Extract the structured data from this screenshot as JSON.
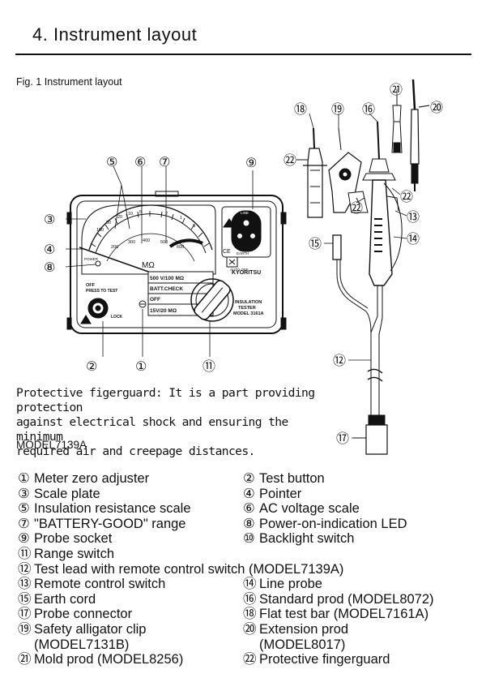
{
  "heading": "4.  Instrument layout",
  "figure_caption": "Fig. 1 Instrument layout",
  "figure": {
    "callouts": [
      "①",
      "②",
      "③",
      "④",
      "⑤",
      "⑥",
      "⑦",
      "⑧",
      "⑨",
      "⑫",
      "⑬",
      "⑭",
      "⑮",
      "⑯",
      "⑰",
      "⑱",
      "⑲",
      "⑳",
      "㉑",
      "㉒",
      "⑪"
    ],
    "meter": {
      "scale_unit": "MΩ",
      "power_label": "POWER",
      "brand": "KYORITSU",
      "product_line1": "INSULATION",
      "product_line2": "TESTER",
      "product_model": "MODEL 3161A",
      "range_labels": [
        "500 V/100 MΩ",
        "BATT.CHECK",
        "OFF",
        "15V/20 MΩ"
      ],
      "switch_line1": "OFF",
      "switch_line2": "PRESS TO TEST",
      "lock_label": "LOCK",
      "socket_top": "LINE",
      "socket_bottom": "EARTH",
      "auto_off": "AUTO OFF",
      "ce_mark": "CE",
      "scale_numbers": [
        "100",
        "50",
        "20",
        "10",
        "5",
        "2",
        "1",
        "0",
        "200",
        "300",
        "400",
        "500",
        "600"
      ]
    }
  },
  "note": {
    "lines": [
      "Protective figerguard: It is a part providing protection",
      "against electrical shock and ensuring the minimum",
      "required air and creepage distances."
    ],
    "model": "MODEL7139A"
  },
  "legend": [
    [
      {
        "num": "①",
        "text": "Meter zero adjuster"
      },
      {
        "num": "②",
        "text": "Test button"
      }
    ],
    [
      {
        "num": "③",
        "text": "Scale plate"
      },
      {
        "num": "④",
        "text": "Pointer"
      }
    ],
    [
      {
        "num": "⑤",
        "text": "Insulation resistance scale"
      },
      {
        "num": "⑥",
        "text": "AC voltage scale"
      }
    ],
    [
      {
        "num": "⑦",
        "text": "\"BATTERY-GOOD\" range"
      },
      {
        "num": "⑧",
        "text": "Power-on-indication LED"
      }
    ],
    [
      {
        "num": "⑨",
        "text": "Probe socket"
      },
      {
        "num": "⑩",
        "text": "Backlight switch"
      }
    ],
    [
      {
        "num": "⑪",
        "text": "Range switch"
      }
    ],
    [
      {
        "num": "⑫",
        "text": "Test lead with remote control switch (MODEL7139A)"
      }
    ],
    [
      {
        "num": "⑬",
        "text": "Remote control switch"
      },
      {
        "num": "⑭",
        "text": "Line probe"
      }
    ],
    [
      {
        "num": "⑮",
        "text": "Earth cord"
      },
      {
        "num": "⑯",
        "text": "Standard prod (MODEL8072)"
      }
    ],
    [
      {
        "num": "⑰",
        "text": "Probe connector"
      },
      {
        "num": "⑱",
        "text": "Flat test bar (MODEL7161A)"
      }
    ],
    [
      {
        "num": "⑲",
        "text": "Safety alligator clip"
      },
      {
        "num": "⑳",
        "text": "Extension prod"
      }
    ],
    [
      {
        "num": "",
        "text": "(MODEL7131B)"
      },
      {
        "num": "",
        "text": "(MODEL8017)"
      }
    ],
    [
      {
        "num": "㉑",
        "text": "Mold prod (MODEL8256)"
      },
      {
        "num": "㉒",
        "text": "Protective fingerguard"
      }
    ]
  ]
}
